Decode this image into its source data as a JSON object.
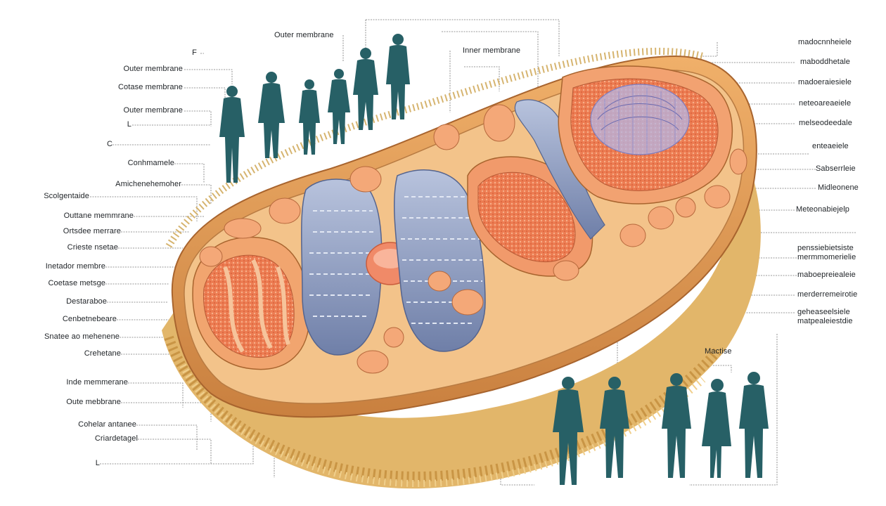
{
  "labels_left": [
    "F",
    "Outer membrane",
    "Cotase membrane",
    "Outer membrane",
    "L",
    "C",
    "Conhmamele",
    "Amichenehemoher",
    "Scolgentaide",
    "Outtane memmrane",
    "Ortsdee merrare",
    "Crieste nsetae",
    "Inetador membre",
    "Coetase metsge",
    "Destaraboe",
    "Cenbetnebeare",
    "Snatee ao mehenene",
    "Crehetane",
    "Inde memmerane",
    "Oute mebbrane",
    "Cohelar antanee",
    "Criardetagel",
    "L"
  ],
  "labels_top": [
    "Outer membrane",
    "Inner membrane"
  ],
  "labels_right": [
    "madocnnheiele",
    "maboddhetale",
    "madoeraiesiele",
    "neteoareaeiele",
    "melseodeedale",
    "enteaeiele",
    "Sabserrleie",
    "Midleonene",
    "Meteonabiejelp",
    "penssiebietsiste",
    "mermmomerielie",
    "maboepreiealeie",
    "merderremeirotie",
    "geheaseelsiele",
    "matpealeiestdie"
  ],
  "labels_bottom": [
    "Mactise"
  ],
  "colors": {
    "matrix": "#ef7a50",
    "cristae": "#8f9ec4",
    "outer_wall": "#d99a4f",
    "villi": "#e6c074",
    "figures": "#276066",
    "leader_line": "#6f6f6f"
  }
}
